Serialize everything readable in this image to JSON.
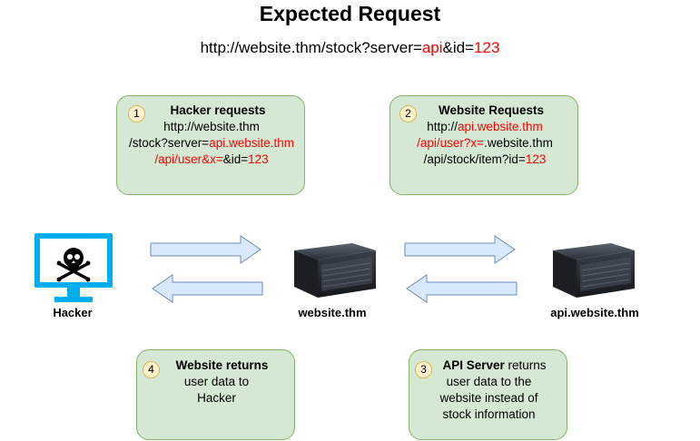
{
  "title": "Expected Request",
  "url": {
    "part1": "http://website.thm/stock?server=",
    "part2": "api",
    "part3": "&id=",
    "part4": "123"
  },
  "step1": {
    "num": "1",
    "heading": "Hacker requests",
    "line1": "http://website.thm",
    "line2a": "/stock?server=",
    "line2b": "api.website.thm",
    "line3a": "/api/user&x=",
    "line3b": "&id=",
    "line3c": "123"
  },
  "step2": {
    "num": "2",
    "heading": "Website Requests",
    "line1a": "http://",
    "line1b": "api.website.thm",
    "line2a": "/api/user?x=",
    "line2b": ".website.thm",
    "line3a": "/api/stock/item?id=",
    "line3b": "123"
  },
  "step3": {
    "num": "3",
    "heading": "API Server",
    "line1": " returns",
    "line2": "user data to the",
    "line3": "website instead of",
    "line4": "stock information"
  },
  "step4": {
    "num": "4",
    "heading": "Website returns",
    "line2": "user data to",
    "line3": "Hacker"
  },
  "nodes": {
    "hacker": "Hacker",
    "website": "website.thm",
    "api": "api.website.thm"
  },
  "colors": {
    "box_fill": "#d5e8d4",
    "box_border": "#82b366",
    "badge_fill": "#fff2cc",
    "arrow_fill": "#dae8fc",
    "arrow_border": "#6c8ebf",
    "highlight": "#ff0000",
    "monitor": "#00aeef"
  }
}
